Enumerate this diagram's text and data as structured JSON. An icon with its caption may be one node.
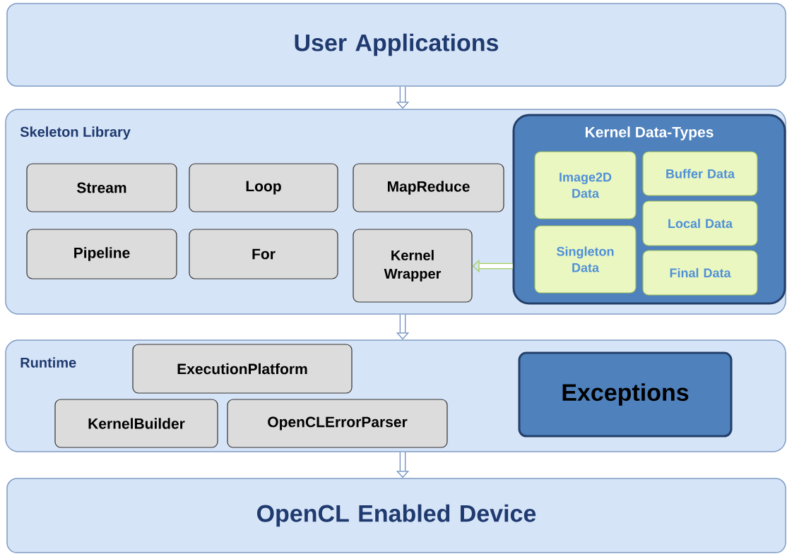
{
  "diagram": {
    "nodes": [
      {
        "text": [
          "User Applications"
        ]
      },
      {
        "text": [
          "Skeleton Library"
        ]
      },
      {
        "text": [
          "Stream"
        ],
        "in": 1
      },
      {
        "text": [
          "Loop"
        ],
        "in": 1
      },
      {
        "text": [
          "MapReduce"
        ],
        "in": 1
      },
      {
        "text": [
          "Pipeline"
        ],
        "in": 1
      },
      {
        "text": [
          "For"
        ],
        "in": 1
      },
      {
        "text": [
          "Kernel Wrapper"
        ],
        "in": 1
      },
      {
        "text": [
          "Kernel Data-Types"
        ],
        "in": 1
      },
      {
        "text": [
          "Image2D Data"
        ],
        "in": 8
      },
      {
        "text": [
          "Buffer Data"
        ],
        "in": 8
      },
      {
        "text": [
          "Local Data"
        ],
        "in": 8
      },
      {
        "text": [
          "Singleton Data"
        ],
        "in": 8
      },
      {
        "text": [
          "Final Data"
        ],
        "in": 8
      },
      {
        "text": [
          "Runtime"
        ]
      },
      {
        "text": [
          "ExecutionPlatform"
        ],
        "in": 14
      },
      {
        "text": [
          "KernelBuilder"
        ],
        "in": 14
      },
      {
        "text": [
          "OpenCLErrorParser"
        ],
        "in": 14
      },
      {
        "text": [
          "Exceptions"
        ],
        "in": 14
      },
      {
        "text": [
          "OpenCL Enabled Device"
        ]
      }
    ],
    "edges": [
      {
        "from": 0,
        "to": 1,
        "arrow": "to"
      },
      {
        "from": 8,
        "to": 7,
        "arrow": "to",
        "color": "#a6cf5a"
      },
      {
        "from": 1,
        "to": 14,
        "arrow": "to"
      },
      {
        "from": 14,
        "to": 19,
        "arrow": "to"
      }
    ]
  }
}
